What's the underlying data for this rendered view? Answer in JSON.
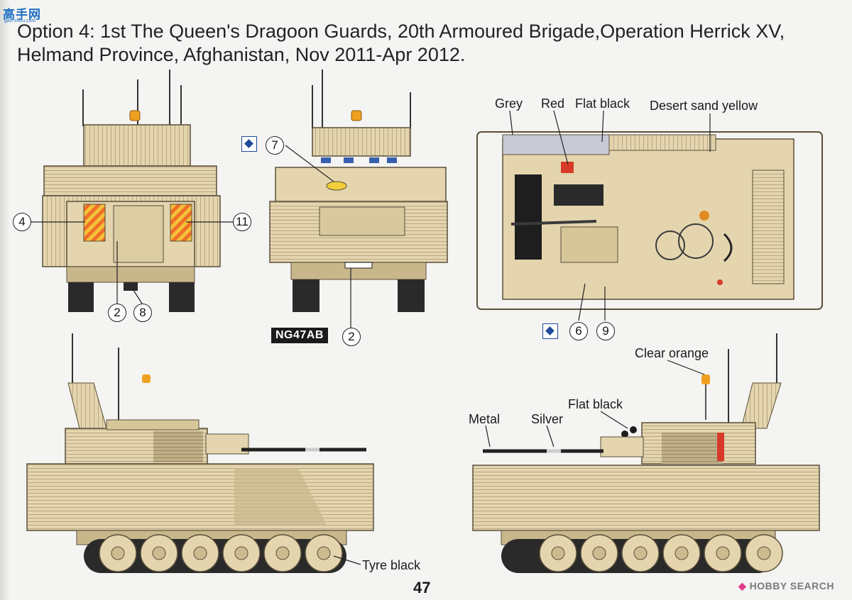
{
  "header": {
    "site_logo": "高手网",
    "site_logo_sub": "gao-shou.com",
    "title": "Option 4: 1st The Queen's Dragoon Guards, 20th Armoured Brigade,Operation Herrick XV, Helmand Province, Afghanistan, Nov 2011-Apr 2012."
  },
  "callouts": {
    "rear_left": "4",
    "rear_right": "11",
    "rear_bottom_a": "2",
    "rear_bottom_b": "8",
    "front_top": "7",
    "front_bottom": "2",
    "top_a": "6",
    "top_b": "9"
  },
  "plate": "NG47AB",
  "color_labels": {
    "grey": "Grey",
    "red": "Red",
    "flat_black_top": "Flat black",
    "desert": "Desert sand yellow",
    "clear_orange": "Clear orange",
    "flat_black_side": "Flat black",
    "metal": "Metal",
    "silver": "Silver",
    "tyre_black": "Tyre black"
  },
  "footer": {
    "page_number": "47",
    "watermark": "HOBBY SEARCH"
  },
  "colors": {
    "desert_sand": "#e4d5ae",
    "desert_shadow": "#c9b78c",
    "outline": "#5a4f3a",
    "track": "#2a2a2a",
    "glass": "#3a5fae",
    "beacon": "#f0a020",
    "chevron_orange": "#f08a20",
    "red": "#d83a2a"
  }
}
